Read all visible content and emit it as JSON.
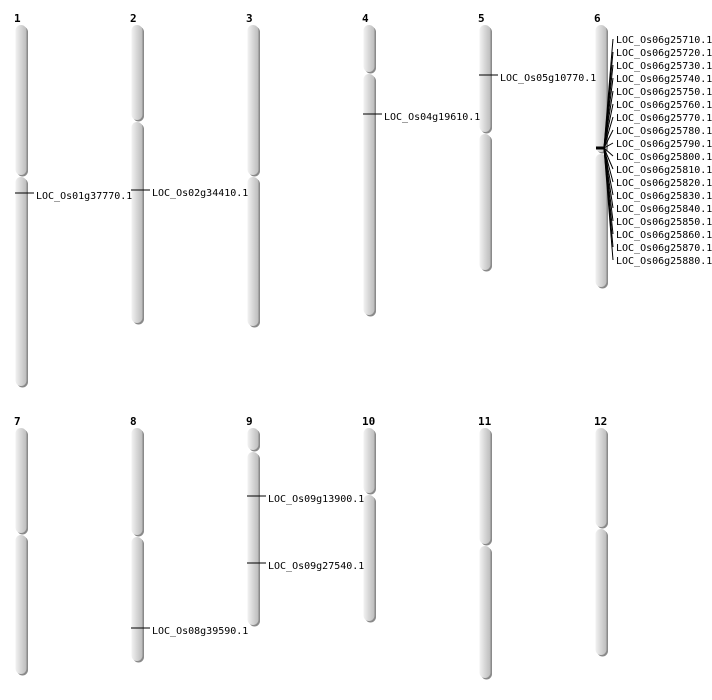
{
  "chromosomes": [
    {
      "name": "1",
      "genes": [
        "LOC_Os01g37770.1"
      ]
    },
    {
      "name": "2",
      "genes": [
        "LOC_Os02g34410.1"
      ]
    },
    {
      "name": "3",
      "genes": []
    },
    {
      "name": "4",
      "genes": [
        "LOC_Os04g19610.1"
      ]
    },
    {
      "name": "5",
      "genes": [
        "LOC_Os05g10770.1"
      ]
    },
    {
      "name": "6",
      "genes": [
        "LOC_Os06g25710.1",
        "LOC_Os06g25720.1",
        "LOC_Os06g25730.1",
        "LOC_Os06g25740.1",
        "LOC_Os06g25750.1",
        "LOC_Os06g25760.1",
        "LOC_Os06g25770.1",
        "LOC_Os06g25780.1",
        "LOC_Os06g25790.1",
        "LOC_Os06g25800.1",
        "LOC_Os06g25810.1",
        "LOC_Os06g25820.1",
        "LOC_Os06g25830.1",
        "LOC_Os06g25840.1",
        "LOC_Os06g25850.1",
        "LOC_Os06g25860.1",
        "LOC_Os06g25870.1",
        "LOC_Os06g25880.1"
      ]
    },
    {
      "name": "7",
      "genes": []
    },
    {
      "name": "8",
      "genes": [
        "LOC_Os08g39590.1"
      ]
    },
    {
      "name": "9",
      "genes": [
        "LOC_Os09g13900.1",
        "LOC_Os09g27540.1"
      ]
    },
    {
      "name": "10",
      "genes": []
    },
    {
      "name": "11",
      "genes": []
    },
    {
      "name": "12",
      "genes": []
    }
  ]
}
